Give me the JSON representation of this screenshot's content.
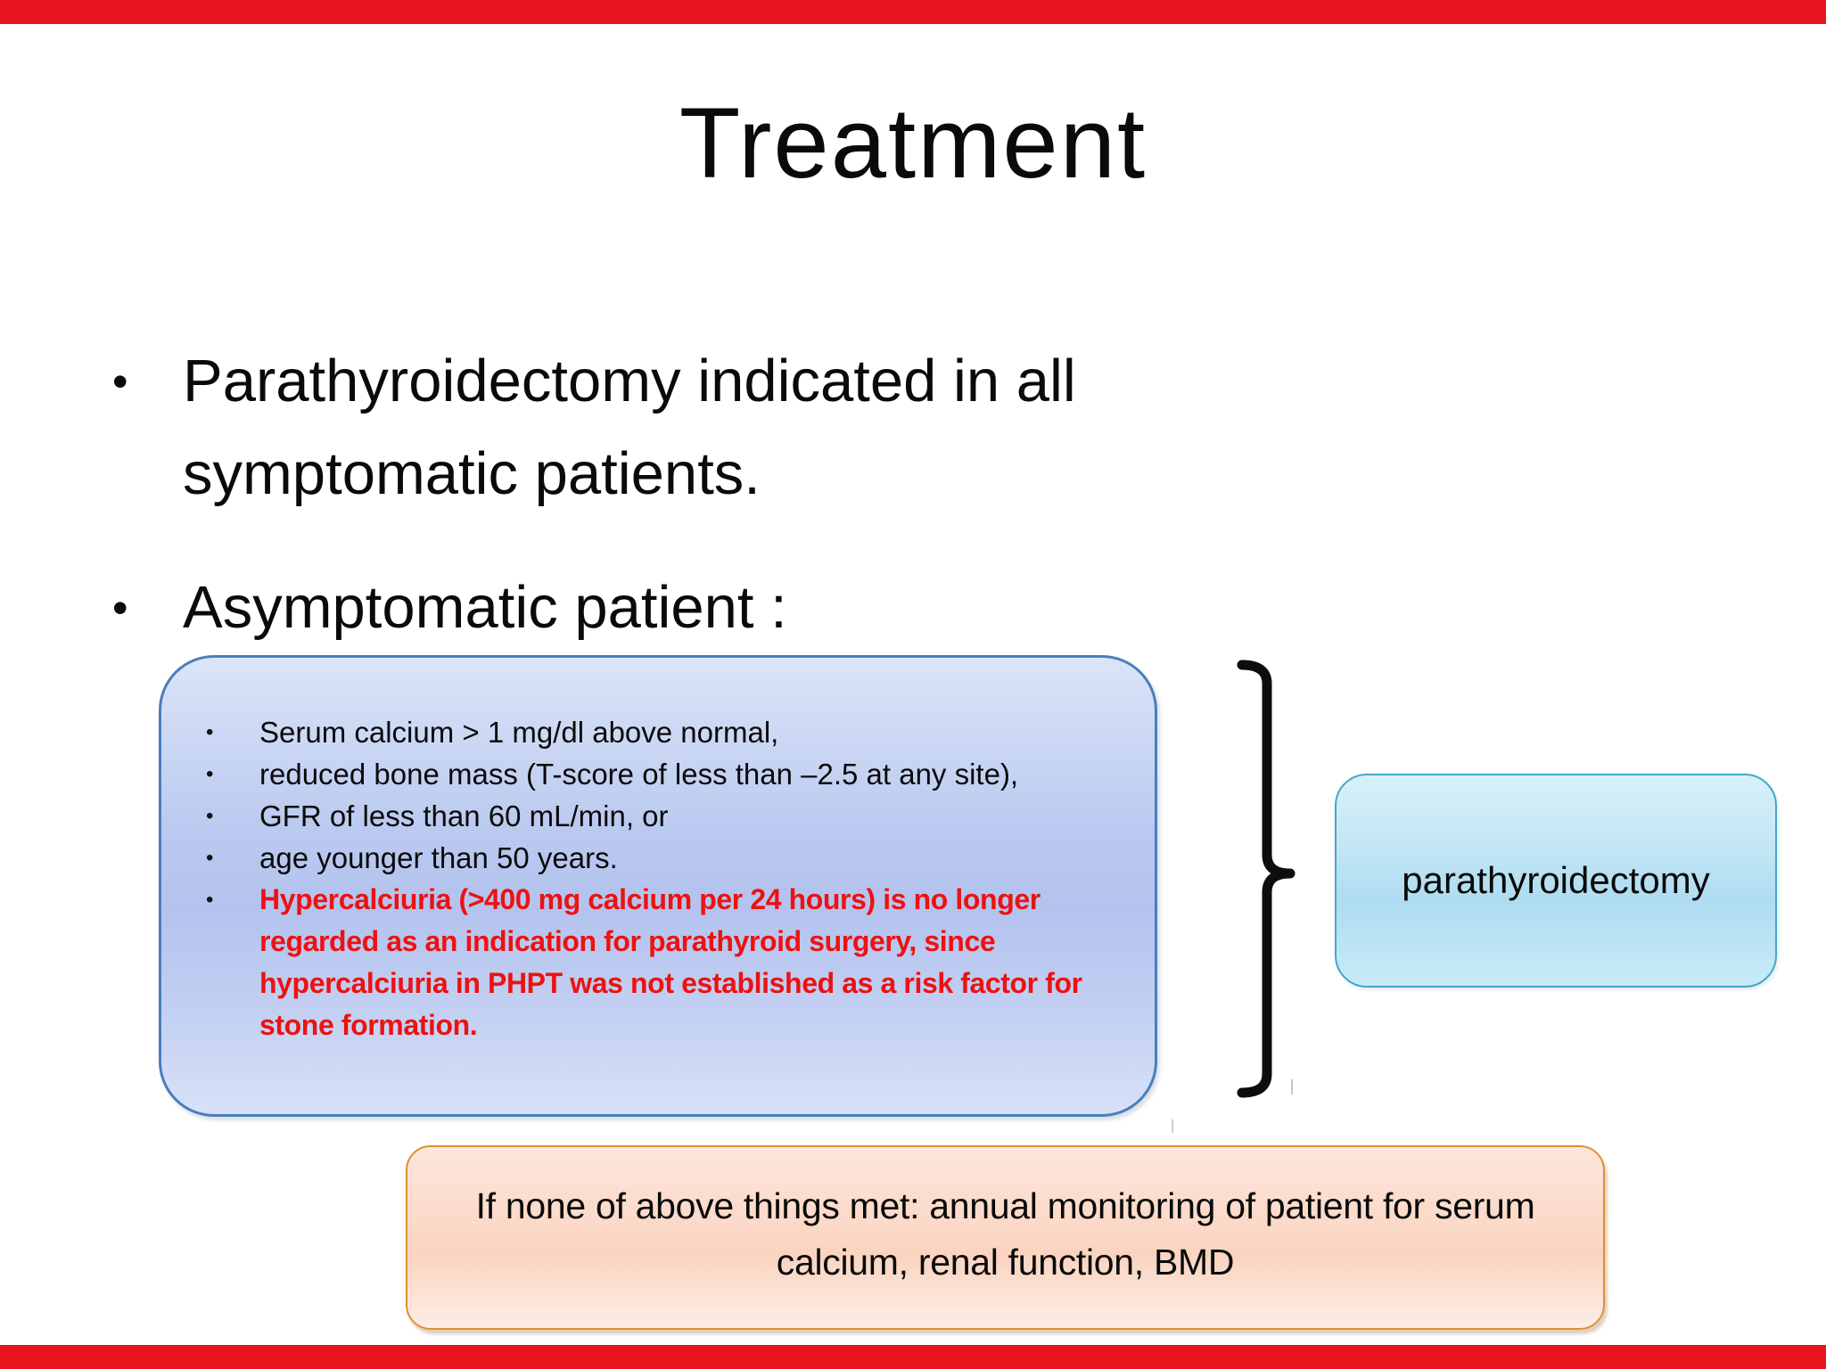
{
  "slide": {
    "title": "Treatment",
    "bullet_char": "•",
    "bullets": [
      "Parathyroidectomy indicated in all symptomatic patients.",
      "Asymptomatic patient :"
    ],
    "criteria_box": {
      "items_black": [
        "Serum calcium > 1 mg/dl above normal,",
        "reduced bone mass (T-score of less than –2.5 at any site),",
        "GFR of less than 60 mL/min, or",
        "age younger than 50 years."
      ],
      "item_red": "Hypercalciuria (>400 mg calcium per 24 hours) is no longer regarded as an indication for parathyroid surgery, since hypercalciuria in PHPT was not established as a risk factor for stone formation."
    },
    "result_box": {
      "label": "parathyroidectomy"
    },
    "monitoring_box": {
      "text": "If none of above things met: annual monitoring of patient for serum calcium, renal function, BMD"
    },
    "colors": {
      "edge_bar_red": "#e8141e",
      "criteria_border_blue": "#4a7ebc",
      "criteria_fill_top": "#dbe5f8",
      "criteria_fill_mid": "#b3c3ee",
      "red_emphasis_text": "#ee1111",
      "result_border_cyan": "#44a7c7",
      "result_fill": "#aedcf0",
      "monitor_border_orange": "#e08f33",
      "monitor_fill": "#fad4c0",
      "brace_black": "#0d0d0d"
    }
  }
}
